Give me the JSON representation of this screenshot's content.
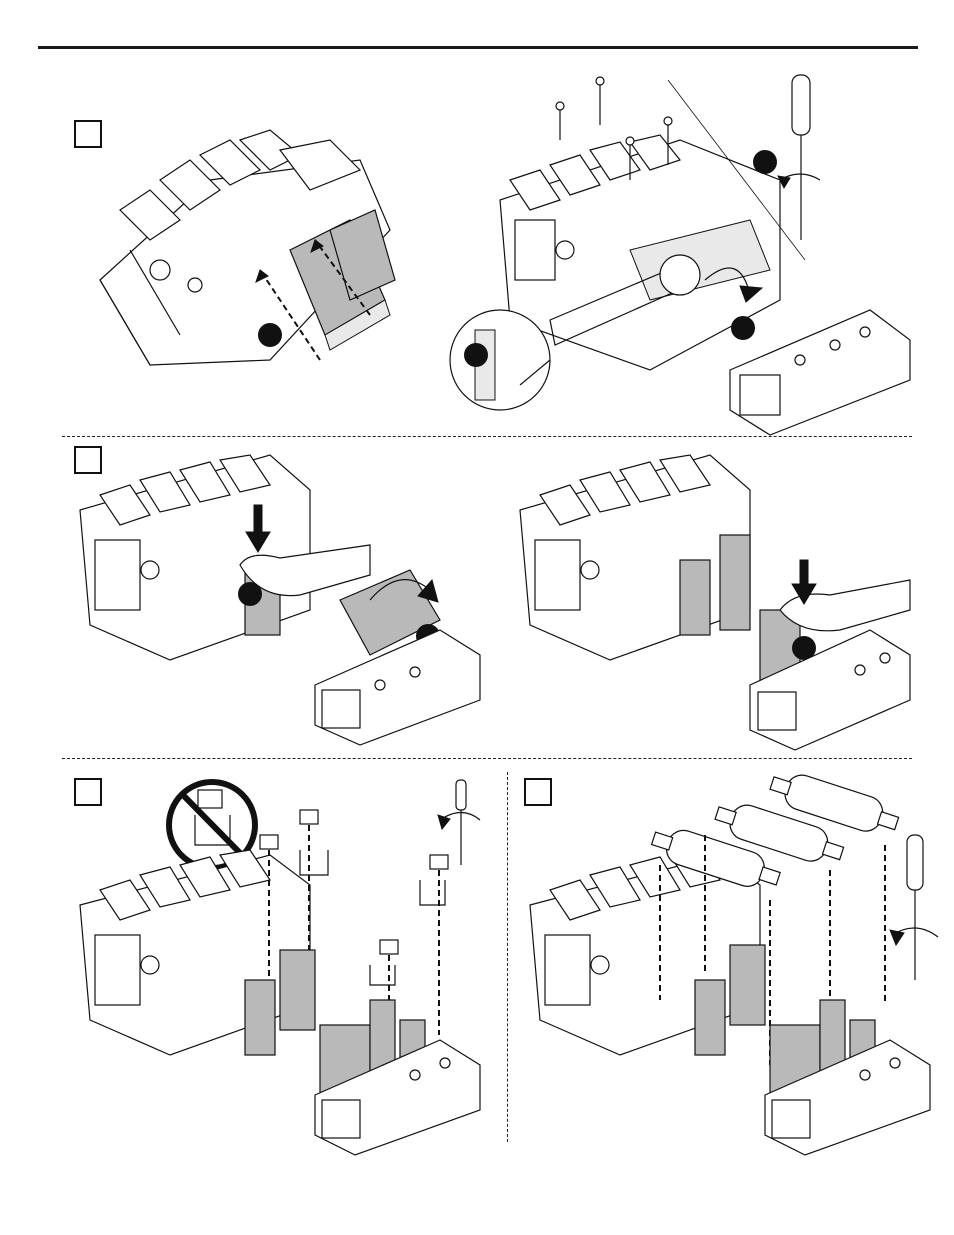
{
  "document": {
    "type": "installation-instructions-page",
    "step_markers": [
      "",
      "",
      "",
      ""
    ],
    "panels": [
      {
        "id": "panel-1a",
        "description_icons": [
          "busbar-insert-icon",
          "callout-dot-icon"
        ]
      },
      {
        "id": "panel-1b",
        "description_icons": [
          "screw-icon",
          "screwdriver-icon",
          "rotate-arrow-icon",
          "magnifier-detail-icon"
        ]
      },
      {
        "id": "panel-2a",
        "description_icons": [
          "push-down-arrow-icon",
          "hand-icon",
          "bend-arrow-icon"
        ]
      },
      {
        "id": "panel-2b",
        "description_icons": [
          "push-down-arrow-icon",
          "hand-icon"
        ]
      },
      {
        "id": "panel-3",
        "description_icons": [
          "prohibited-sign-icon",
          "lug-icon",
          "screwdriver-icon"
        ]
      },
      {
        "id": "panel-4",
        "description_icons": [
          "fuse-icon",
          "screwdriver-icon"
        ]
      }
    ]
  },
  "colors": {
    "ink": "#111111",
    "shading": "#b9b9b9",
    "paper": "#ffffff"
  }
}
